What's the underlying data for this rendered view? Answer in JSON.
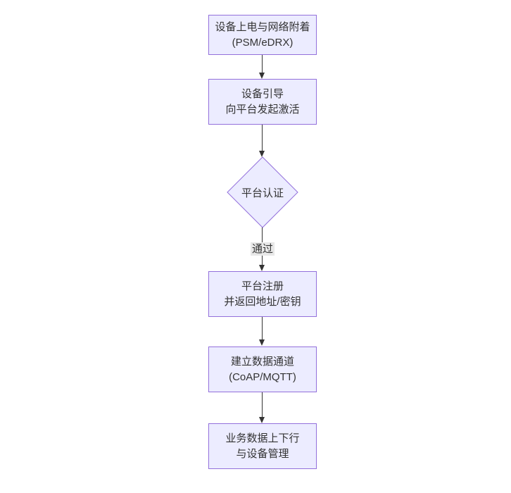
{
  "diagram": {
    "type": "flowchart",
    "direction": "top-down",
    "colors": {
      "node_fill": "#ECECFF",
      "node_border": "#9370DB",
      "arrow": "#333333",
      "edge_label_bg": "#e8e8e8",
      "text": "#333333",
      "background": "#ffffff"
    },
    "nodes": [
      {
        "id": "A",
        "shape": "rect",
        "line1": "设备上电与网络附着",
        "line2": "(PSM/eDRX)"
      },
      {
        "id": "B",
        "shape": "rect",
        "line1": "设备引导",
        "line2": "向平台发起激活"
      },
      {
        "id": "C",
        "shape": "diamond",
        "line1": "平台认证",
        "line2": ""
      },
      {
        "id": "D",
        "shape": "rect",
        "line1": "平台注册",
        "line2": "并返回地址/密钥"
      },
      {
        "id": "E",
        "shape": "rect",
        "line1": "建立数据通道",
        "line2": "(CoAP/MQTT)"
      },
      {
        "id": "F",
        "shape": "rect",
        "line1": "业务数据上下行",
        "line2": "与设备管理"
      }
    ],
    "edges": [
      {
        "from": "A",
        "to": "B",
        "label": ""
      },
      {
        "from": "B",
        "to": "C",
        "label": ""
      },
      {
        "from": "C",
        "to": "D",
        "label": "通过"
      },
      {
        "from": "D",
        "to": "E",
        "label": ""
      },
      {
        "from": "E",
        "to": "F",
        "label": ""
      }
    ]
  }
}
